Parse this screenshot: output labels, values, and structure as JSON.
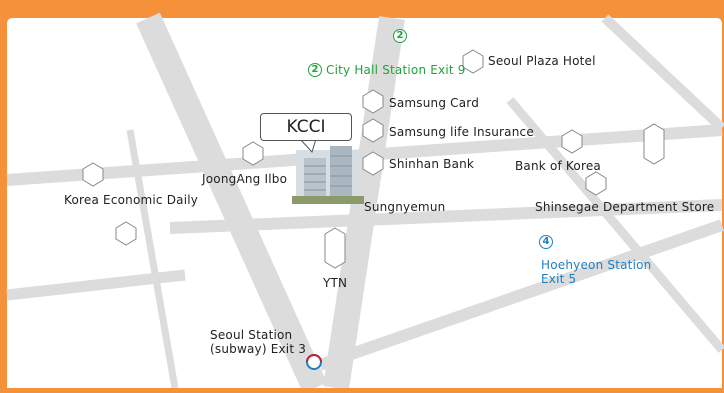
{
  "building_label": "KCCI",
  "landmarks": [
    {
      "id": "seoul-plaza-hotel",
      "name": "Seoul Plaza Hotel"
    },
    {
      "id": "samsung-card",
      "name": "Samsung Card"
    },
    {
      "id": "samsung-life",
      "name": "Samsung life Insurance"
    },
    {
      "id": "shinhan-bank",
      "name": "Shinhan Bank"
    },
    {
      "id": "bank-of-korea",
      "name": "Bank of Korea"
    },
    {
      "id": "joongang-ilbo",
      "name": "JoongAng Ilbo"
    },
    {
      "id": "korea-economic-daily",
      "name": "Korea Economic Daily"
    },
    {
      "id": "sungnyemun",
      "name": "Sungnyemun"
    },
    {
      "id": "shinsegae",
      "name": "Shinsegae Department Store"
    },
    {
      "id": "ytn",
      "name": "YTN"
    }
  ],
  "stations": {
    "line2_top_badge": "2",
    "city_hall": {
      "line": "2",
      "name": "City Hall Station Exit 9"
    },
    "hoehyeon": {
      "line": "4",
      "name": "Hoehyeon Station\nExit 5"
    },
    "seoul_station": {
      "name": "Seoul Station\n(subway) Exit 3"
    }
  },
  "colors": {
    "frame": "#f5913a",
    "map_bg": "#ffffff",
    "road": "#dcdcdc",
    "line2": "#22a23a",
    "line4": "#1f7fc4",
    "line1": "#c8202b"
  }
}
